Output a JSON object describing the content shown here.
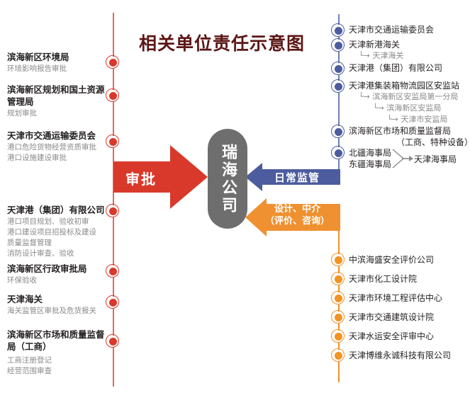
{
  "title": "相关单位责任示意图",
  "center": {
    "company": "瑞海公司"
  },
  "arrows": {
    "approve": {
      "label": "审批",
      "color": "#d9392b"
    },
    "supervise": {
      "label": "日常监管",
      "color": "#4c5c9e"
    },
    "design_line1": "设计、中介",
    "design_line2": "（评价、咨询）",
    "design_color": "#ef9130"
  },
  "colors": {
    "rail_left": "#e0695c",
    "dot_red": "#d9392b",
    "rail_blue": "#6f7fb5",
    "dot_blue": "#4c5c9e",
    "rail_orange": "#ef9130",
    "dot_orange": "#f29324",
    "title": "#5c1616",
    "core_gray": "#6e6e6e"
  },
  "left_column": [
    {
      "title": "滨海新区环境局",
      "subs": [
        "环境影响报告审批"
      ]
    },
    {
      "title": "滨海新区规划和国土资源管理局",
      "subs": [
        "规划审批"
      ]
    },
    {
      "title": "天津市交通运输委员会",
      "subs": [
        "港口危险货物经营资质审批",
        "港口设施建设审批"
      ]
    },
    {
      "title": "天津港（集团）有限公司",
      "subs": [
        "港口项目规划、验收初审",
        "港口建设项目招投标及建设",
        "质量监督管理",
        "消防设计审查、验收"
      ]
    },
    {
      "title": "滨海新区行政审批局",
      "subs": [
        "环保验收"
      ]
    },
    {
      "title": "天津海关",
      "subs": [
        "海关监管区审批及危货报关"
      ]
    },
    {
      "title": "滨海新区市场和质量监督局（工商）",
      "subs": [
        "工商注册登记",
        "经营范围审查"
      ]
    }
  ],
  "right_blue": [
    {
      "lines": [
        {
          "text": "天津市交通运输委员会",
          "indent": 0
        }
      ]
    },
    {
      "lines": [
        {
          "text": "天津新港海关",
          "indent": 0
        },
        {
          "text": "└→ 天津海关",
          "indent": 1
        }
      ]
    },
    {
      "lines": [
        {
          "text": "天津港（集团）有限公司",
          "indent": 0
        }
      ]
    },
    {
      "lines": [
        {
          "text": "天津港集装箱物流园区安监站",
          "indent": 0
        },
        {
          "text": "└→ 滨海新区安监局第一分局",
          "indent": 1
        },
        {
          "text": "└→ 滨海新区安监局",
          "indent": 2
        },
        {
          "text": "└→ 天津市安监局",
          "indent": 3
        }
      ]
    },
    {
      "lines": [
        {
          "text": "滨海新区市场和质量监督局",
          "indent": 0
        },
        {
          "text": "（工商、特种设备）",
          "indent": 0,
          "align": "right"
        }
      ]
    }
  ],
  "maritime": {
    "source1": "北疆海事局",
    "source2": "东疆海事局",
    "target": "天津海事局"
  },
  "right_orange": [
    "中滨海盛安全评价公司",
    "天津市化工设计院",
    "天津市环境工程评估中心",
    "天津市交通建筑设计院",
    "天津水运安全评审中心",
    "天津博维永诚科技有限公司"
  ]
}
